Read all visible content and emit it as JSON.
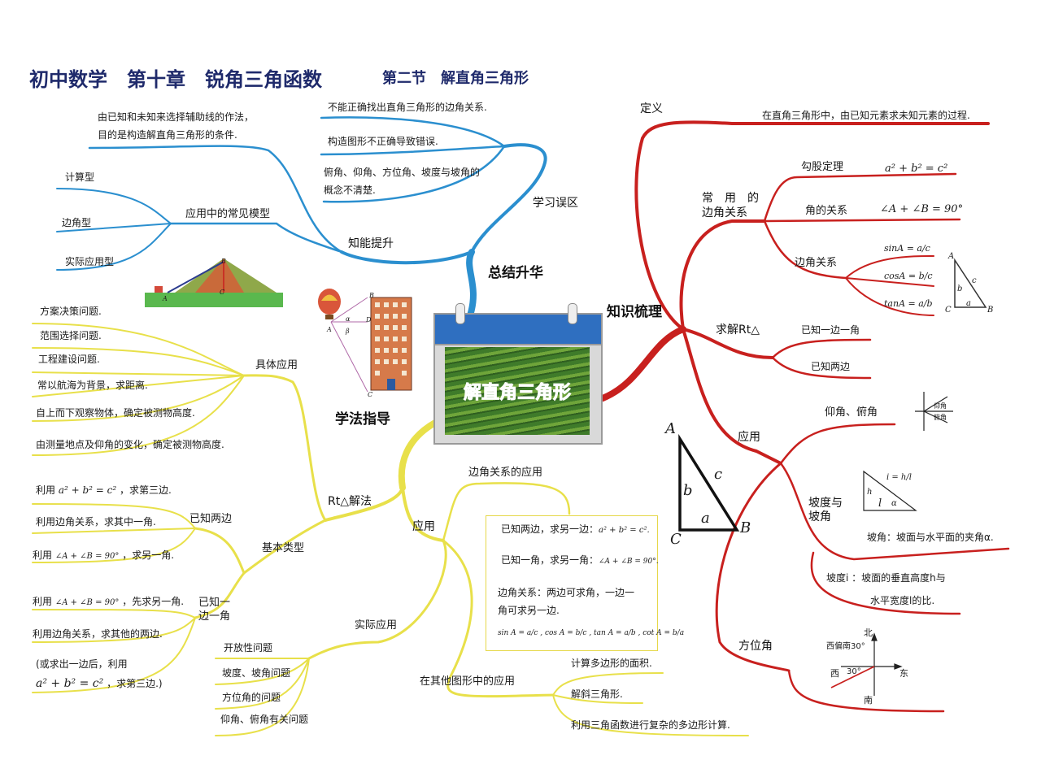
{
  "title": {
    "main": "初中数学　第十章　锐角三角函数",
    "sub": "第二节　解直角三角形"
  },
  "center": {
    "label": "解直角三角形"
  },
  "colors": {
    "red": "#c8201e",
    "blue": "#2b8fcf",
    "yellow": "#e8e04a",
    "title": "#1f2a6b"
  },
  "red": {
    "branch": "知识梳理",
    "definition": {
      "label": "定义",
      "text": "在直角三角形中，由已知元素求未知元素的过程."
    },
    "relations": {
      "label_line1": "常　用　的",
      "label_line2": "边角关系",
      "pythagoras": {
        "label": "勾股定理",
        "formula": "a² + b² = c²"
      },
      "angles": {
        "label": "角的关系",
        "formula": "∠A + ∠B = 90°"
      },
      "sides": {
        "label": "边角关系",
        "sin": "sinA = a/c",
        "cos": "cosA = b/c",
        "tan": "tanA = a/b"
      },
      "figure": {
        "A": "A",
        "B": "B",
        "C": "C",
        "a": "a",
        "b": "b",
        "c": "c"
      }
    },
    "solve": {
      "label": "求解Rt△",
      "item1": "已知一边一角",
      "item2": "已知两边"
    },
    "application": {
      "label": "应用",
      "elevation": {
        "label": "仰角、俯角",
        "fig_up": "仰角",
        "fig_down": "俯角"
      },
      "slope": {
        "label_line1": "坡度与",
        "label_line2": "坡角",
        "fig_i": "i = h/l",
        "fig_h": "h",
        "fig_l": "l",
        "fig_alpha": "α",
        "angle_text": "坡角：坡面与水平面的夹角α.",
        "ratio_line1": "坡度i ：坡面的垂直高度h与",
        "ratio_line2": "水平宽度l的比."
      },
      "bearing": {
        "label": "方位角",
        "fig_north": "北",
        "fig_south": "南",
        "fig_east": "东",
        "fig_west": "西",
        "fig_caption": "西偏南30°",
        "fig_angle": "30°"
      }
    },
    "big_triangle": {
      "A": "A",
      "B": "B",
      "C": "C",
      "a": "a",
      "b": "b",
      "c": "c"
    }
  },
  "blue": {
    "summary": "总结升华",
    "mistakes": {
      "label": "学习误区",
      "item1": "不能正确找出直角三角形的边角关系.",
      "item2": "构造图形不正确导致错误.",
      "item3_line1": "俯角、仰角、方位角、坡度与坡角的",
      "item3_line2": "概念不清楚."
    },
    "ability": {
      "label": "知能提升",
      "aux_line1": "由已知和未知来选择辅助线的作法，",
      "aux_line2": "目的是构造解直角三角形的条件.",
      "models": {
        "label": "应用中的常见模型",
        "item1": "计算型",
        "item2": "边角型",
        "item3": "实际应用型"
      }
    },
    "mountain": {
      "A": "A",
      "B": "B",
      "C": "C"
    }
  },
  "yellow": {
    "method": "学法指导",
    "building": {
      "A": "A",
      "B": "B",
      "C": "C",
      "D": "D",
      "alpha": "α",
      "beta": "β"
    },
    "specific": {
      "label": "具体应用",
      "items": [
        "方案决策问题.",
        "范围选择问题.",
        "工程建设问题.",
        "常以航海为背景，求距离.",
        "自上而下观察物体，确定被测物高度.",
        "由测量地点及仰角的变化，确定被测物高度."
      ]
    },
    "rt": {
      "label": "Rt△解法",
      "basic": "基本类型",
      "two_sides": {
        "label": "已知两边",
        "item1_pre": "利用",
        "item1_formula": "a² + b² = c²",
        "item1_post": "，求第三边.",
        "item2": "利用边角关系，求其中一角.",
        "item3_pre": "利用",
        "item3_formula": "∠A + ∠B = 90°",
        "item3_post": "，求另一角."
      },
      "side_angle": {
        "label_line1": "已知一",
        "label_line2": "边一角",
        "item1_pre": "利用",
        "item1_formula": "∠A + ∠B = 90°",
        "item1_post": "，先求另一角.",
        "item2": "利用边角关系，求其他的两边.",
        "item3_line1": "(或求出一边后，利用",
        "item3_formula": "a² + b² = c²",
        "item3_post": "，求第三边.)"
      }
    },
    "apply": {
      "label": "应用",
      "relation": "边角关系的应用",
      "box": {
        "line1_pre": "已知两边，求另一边：",
        "line1_formula": "a² + b² = c².",
        "line2_pre": "已知一角，求另一角：",
        "line2_formula": "∠A + ∠B = 90°.",
        "line3": "边角关系：两边可求角，一边一",
        "line4": "角可求另一边.",
        "line5": "sin A = a/c , cos A = b/c , tan A = a/b , cot A = b/a"
      },
      "practical": {
        "label": "实际应用",
        "items": [
          "开放性问题",
          "坡度、坡角问题",
          "方位角的问题",
          "仰角、俯角有关问题"
        ]
      },
      "other": {
        "label": "在其他图形中的应用",
        "items": [
          "计算多边形的面积.",
          "解斜三角形.",
          "利用三角函数进行复杂的多边形计算."
        ]
      }
    }
  }
}
